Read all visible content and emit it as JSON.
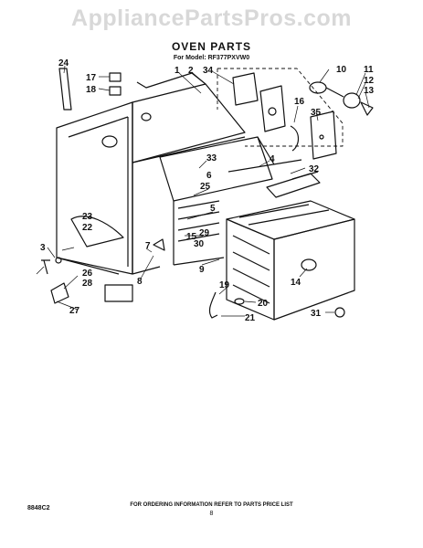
{
  "watermark": "AppliancePartsPros.com",
  "title": "OVEN PARTS",
  "subtitle": "For Model: RF377PXVW0",
  "callouts": [
    "1",
    "2",
    "3",
    "4",
    "5",
    "6",
    "7",
    "8",
    "9",
    "10",
    "11",
    "12",
    "13",
    "14",
    "15",
    "16",
    "17",
    "18",
    "19",
    "20",
    "21",
    "22",
    "23",
    "24",
    "25",
    "26",
    "27",
    "28",
    "29",
    "30",
    "31",
    "32",
    "33",
    "34",
    "35"
  ],
  "footer": {
    "code": "8848C2",
    "note": "FOR ORDERING INFORMATION REFER TO PARTS PRICE LIST",
    "page": "8"
  }
}
